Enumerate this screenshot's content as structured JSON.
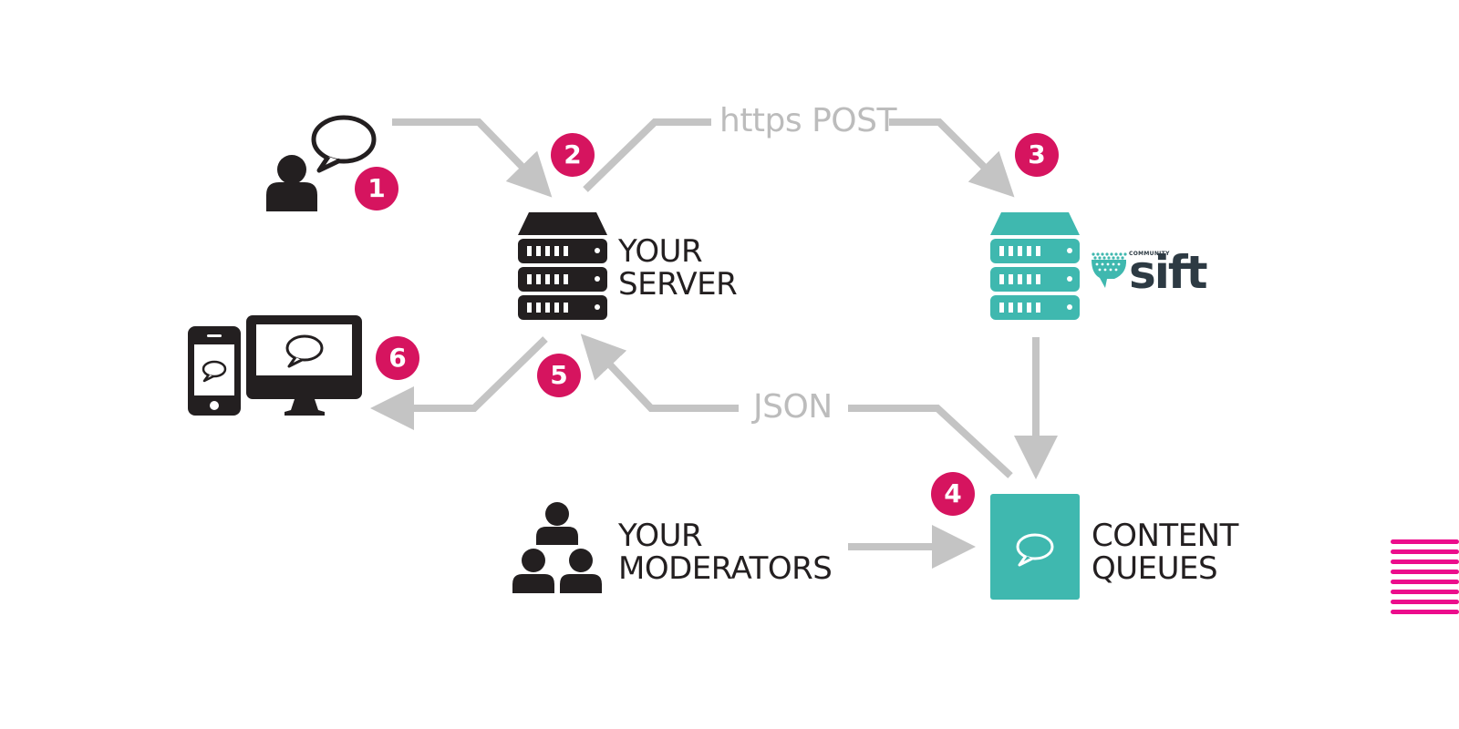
{
  "labels": {
    "your_server": [
      "YOUR",
      "SERVER"
    ],
    "moderators": [
      "YOUR",
      "MODERATORS"
    ],
    "content_queues": [
      "CONTENT",
      "QUEUES"
    ]
  },
  "arrows": {
    "https_post": "https POST",
    "json": "JSON"
  },
  "steps": [
    "1",
    "2",
    "3",
    "4",
    "5",
    "6"
  ],
  "logo": {
    "word": "sift",
    "small": "COMMUNITY"
  },
  "colors": {
    "accent": "#d6145f",
    "teal": "#3fb8af",
    "dark": "#231f20",
    "arrow_gray": "#c4c4c4"
  },
  "icons": [
    "user-chat-icon",
    "server-icon",
    "sift-server-icon",
    "devices-icon",
    "moderators-icon",
    "content-queue-icon",
    "sift-logo",
    "menu-icon"
  ]
}
